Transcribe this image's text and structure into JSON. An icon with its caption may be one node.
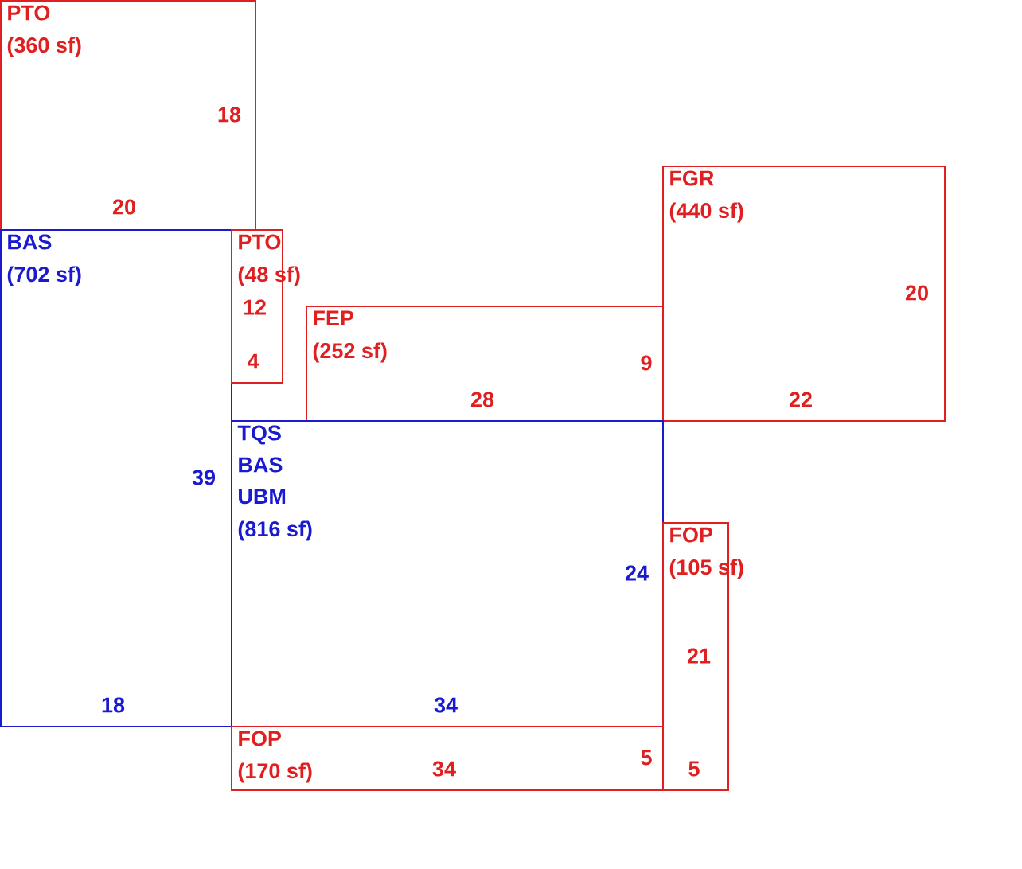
{
  "diagram": {
    "nodes": [
      {
        "text": [
          "PTO",
          "(360 sf)",
          "18",
          "20"
        ]
      },
      {
        "text": [
          "BAS",
          "(702 sf)",
          "39",
          "18"
        ]
      },
      {
        "text": [
          "PTO",
          "(48 sf)",
          "12",
          "4"
        ]
      },
      {
        "text": [
          "FEP",
          "(252 sf)",
          "9",
          "28"
        ]
      },
      {
        "text": [
          "FGR",
          "(440 sf)",
          "20",
          "22"
        ]
      },
      {
        "text": [
          "TQS",
          "BAS",
          "UBM",
          "(816 sf)",
          "24",
          "34"
        ]
      },
      {
        "text": [
          "FOP",
          "(105 sf)",
          "21",
          "5"
        ]
      },
      {
        "text": [
          "FOP",
          "(170 sf)",
          "34",
          "5"
        ]
      }
    ]
  }
}
